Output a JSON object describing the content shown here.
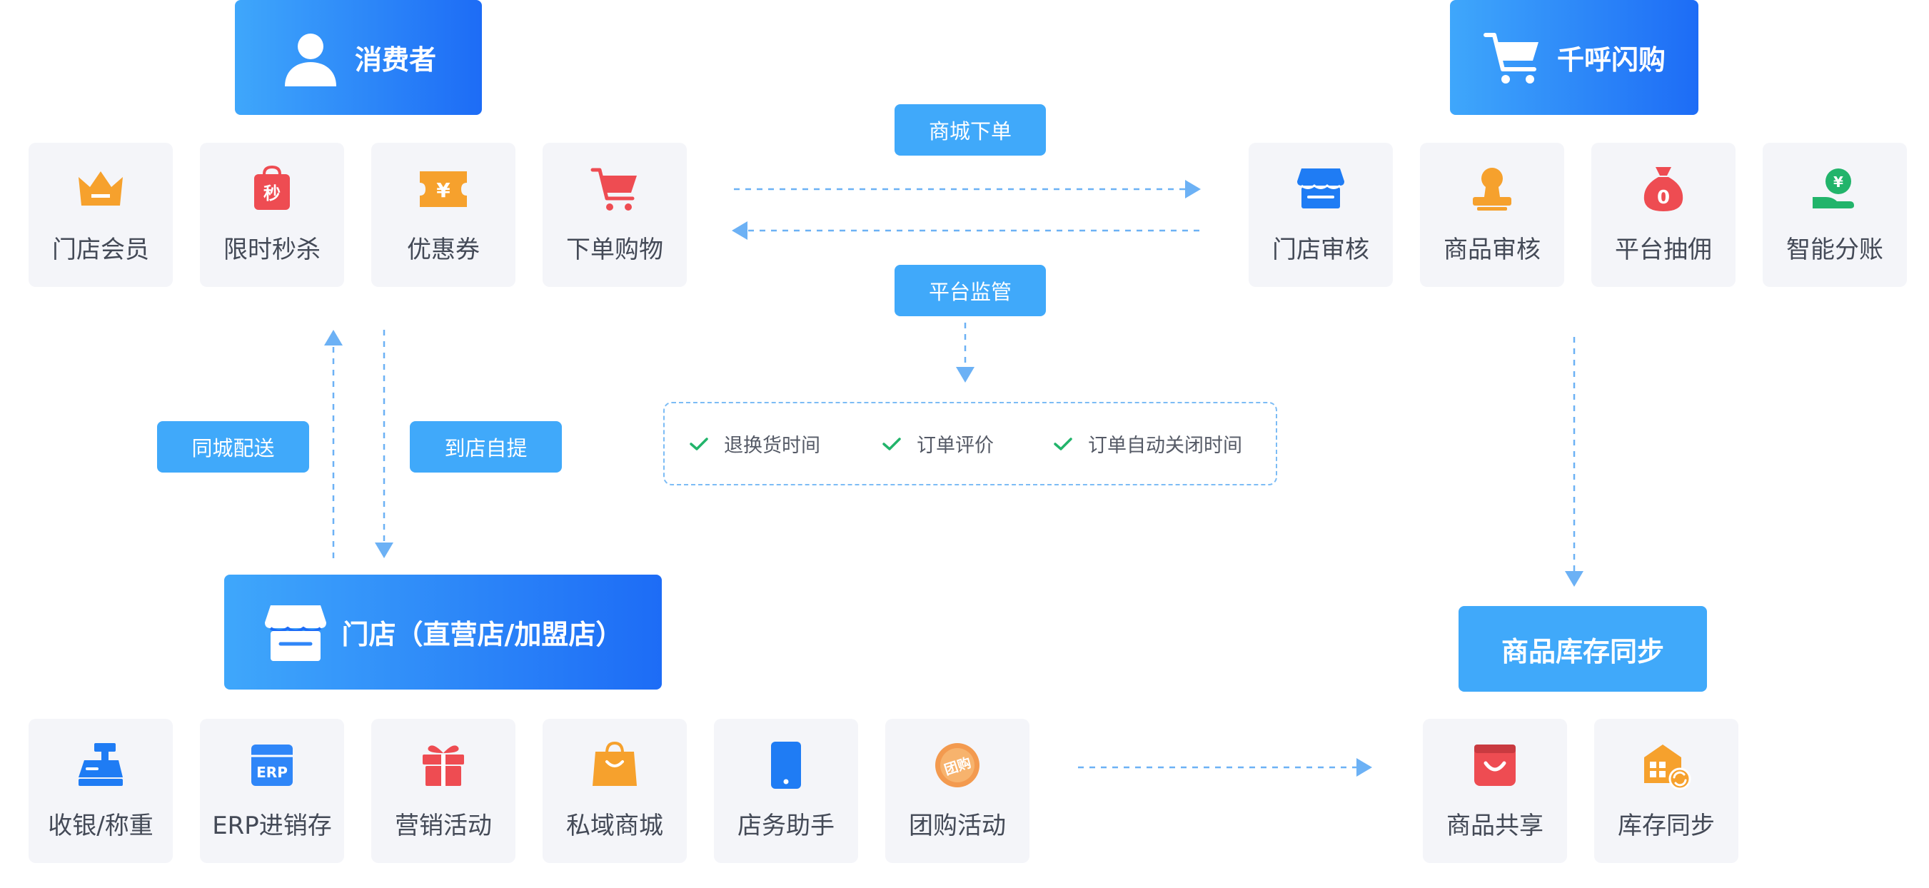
{
  "headers": {
    "consumer": "消费者",
    "platform": "千呼闪购",
    "store": "门店（直营店/加盟店）"
  },
  "consumer_cards": [
    "门店会员",
    "限时秒杀",
    "优惠券",
    "下单购物"
  ],
  "platform_cards": [
    "门店审核",
    "商品审核",
    "平台抽佣",
    "智能分账"
  ],
  "store_cards": [
    "收银/称重",
    "ERP进销存",
    "营销活动",
    "私域商城",
    "店务助手",
    "团购活动"
  ],
  "sync_cards": [
    "商品共享",
    "库存同步"
  ],
  "flows": {
    "mall_order": "商城下单",
    "platform_supervision": "平台监管",
    "same_city_delivery": "同城配送",
    "in_store_pickup": "到店自提",
    "inventory_sync": "商品库存同步"
  },
  "supervision_items": [
    "退换货时间",
    "订单评价",
    "订单自动关闭时间"
  ],
  "icon_glyphs": {
    "seckill": "秒",
    "yuan": "¥",
    "zero": "0",
    "erp": "ERP",
    "group": "团购"
  },
  "icons": {
    "consumer": "user-icon",
    "platform": "cart-icon",
    "store": "storefront-icon",
    "member": "crown-icon",
    "seckill": "shopping-bag-seckill-icon",
    "coupon": "ticket-icon",
    "order": "shopping-cart-icon",
    "store_review": "storefront-icon",
    "product_review": "stamp-icon",
    "commission": "money-bag-icon",
    "split": "money-hand-icon",
    "cashier": "cash-register-icon",
    "erp": "erp-icon",
    "marketing": "gift-icon",
    "private_mall": "bag-icon",
    "assistant": "phone-icon",
    "group_buy": "group-buy-badge-icon",
    "share": "share-bag-icon",
    "stock": "warehouse-sync-icon",
    "check": "check-icon"
  },
  "colors": {
    "header_start": "#3fa7fb",
    "header_end": "#1d6cf6",
    "pill": "#40a9fa",
    "card_bg": "#f4f5f9",
    "arrow": "#6cb1f5",
    "check": "#22b46b",
    "orange": "#f6a12d",
    "red": "#ee4c52",
    "blue": "#1f7cf4",
    "green": "#22b46b"
  }
}
